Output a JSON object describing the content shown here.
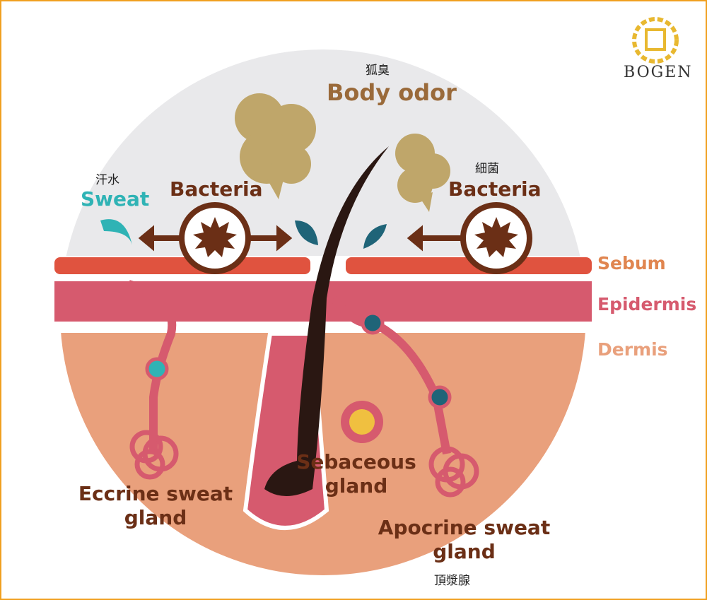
{
  "title": {
    "jp": "狐臭",
    "en": "Body odor"
  },
  "sweat": {
    "jp": "汗水",
    "en": "Sweat"
  },
  "bacteria_left": {
    "en": "Bacteria"
  },
  "bacteria_right": {
    "jp": "細菌",
    "en": "Bacteria"
  },
  "layers": {
    "sebum": "Sebum",
    "epidermis": "Epidermis",
    "dermis": "Dermis"
  },
  "glands": {
    "eccrine": "Eccrine sweat gland",
    "sebaceous": "Sebaceous gland",
    "apocrine": "Apocrine sweat gland",
    "apocrine_jp": "頂漿腺"
  },
  "logo": {
    "name": "BOGEN"
  },
  "colors": {
    "sky": "#e9e9eb",
    "sebum": "#e0533f",
    "epidermis": "#d65a6e",
    "dermis": "#e9a07c",
    "odor": "#bfa66a",
    "bacteria": "#6b2f16",
    "sweat": "#2fb3b5",
    "apocrine_drop": "#1f6478",
    "hair": "#2a1712"
  }
}
